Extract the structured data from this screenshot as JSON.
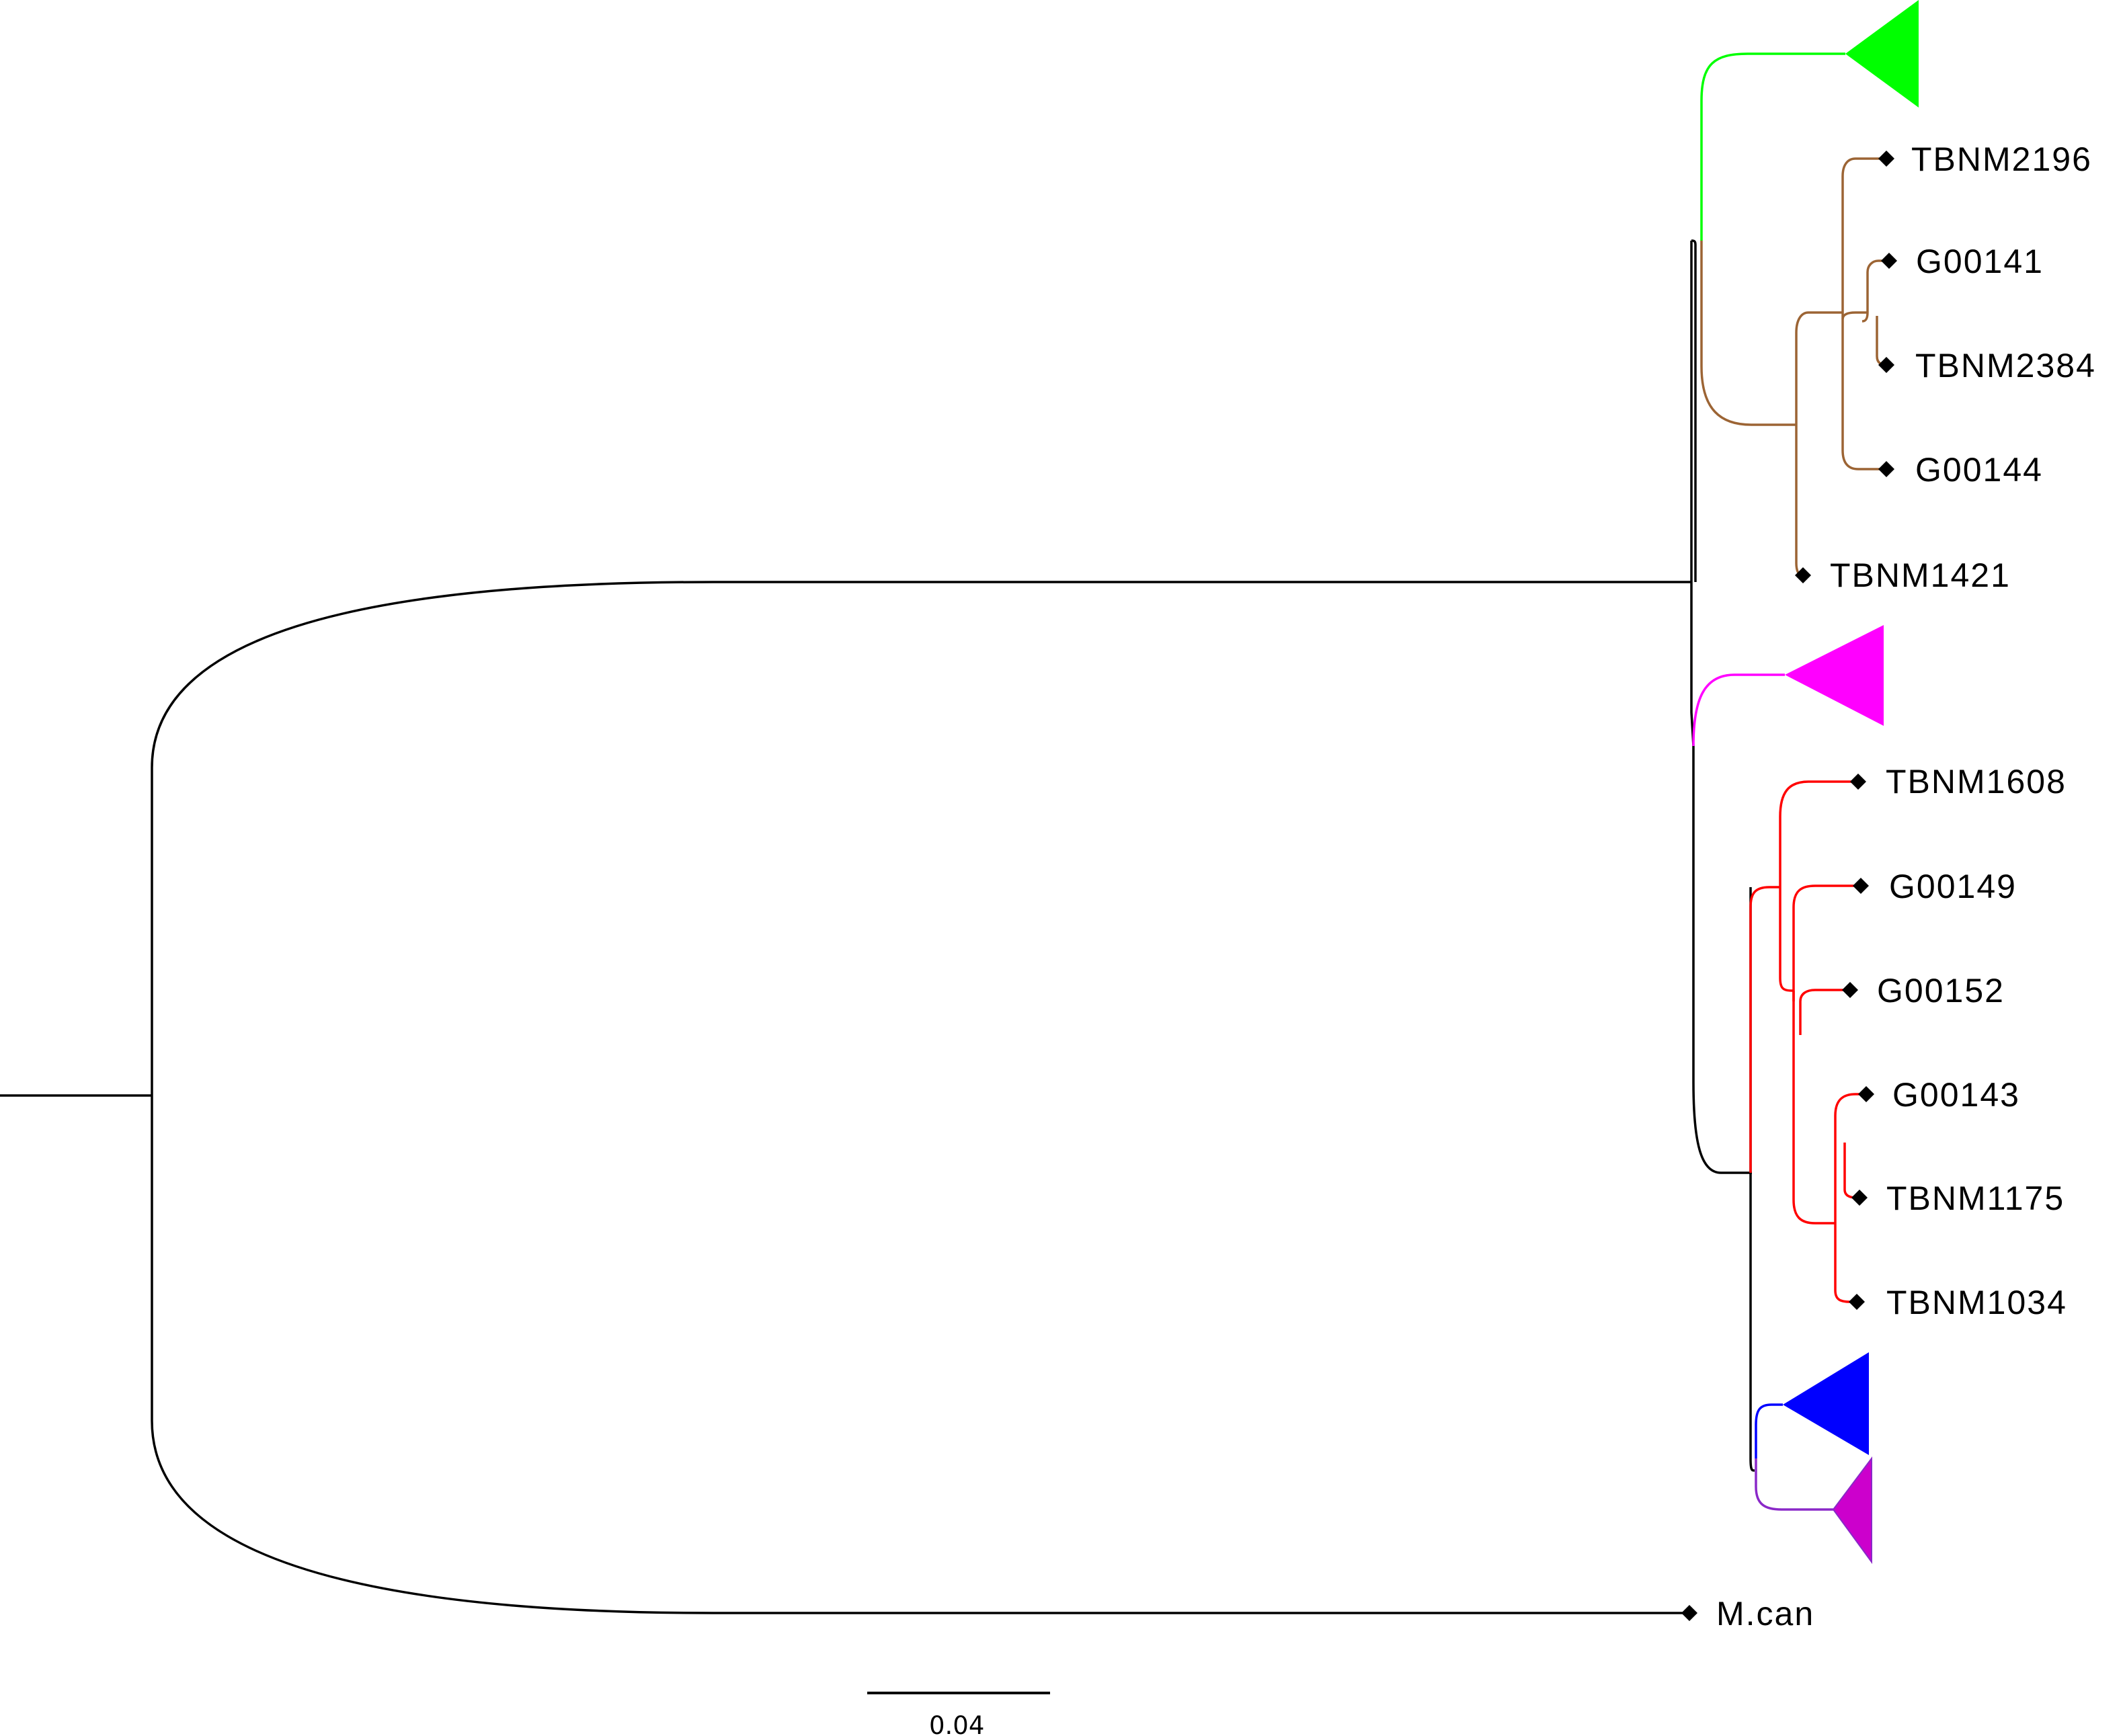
{
  "tips": {
    "tbnm2196": "TBNM2196",
    "g00141": "G00141",
    "tbnm2384": "TBNM2384",
    "g00144": "G00144",
    "tbnm1421": "TBNM1421",
    "tbnm1608": "TBNM1608",
    "g00149": "G00149",
    "g00152": "G00152",
    "g00143": "G00143",
    "tbnm1175": "TBNM1175",
    "tbnm1034": "TBNM1034",
    "mcan": "M.can"
  },
  "scale_bar": {
    "value": 0.04,
    "label": "0.04"
  },
  "clade_colors": {
    "green": "#00ff00",
    "brown": "#9c6434",
    "magenta": "#ff00ff",
    "red": "#ff0000",
    "blue": "#0000ff",
    "purple": "#8a28c8",
    "purple_fill": "#cc00cc",
    "backbone": "#000000"
  }
}
